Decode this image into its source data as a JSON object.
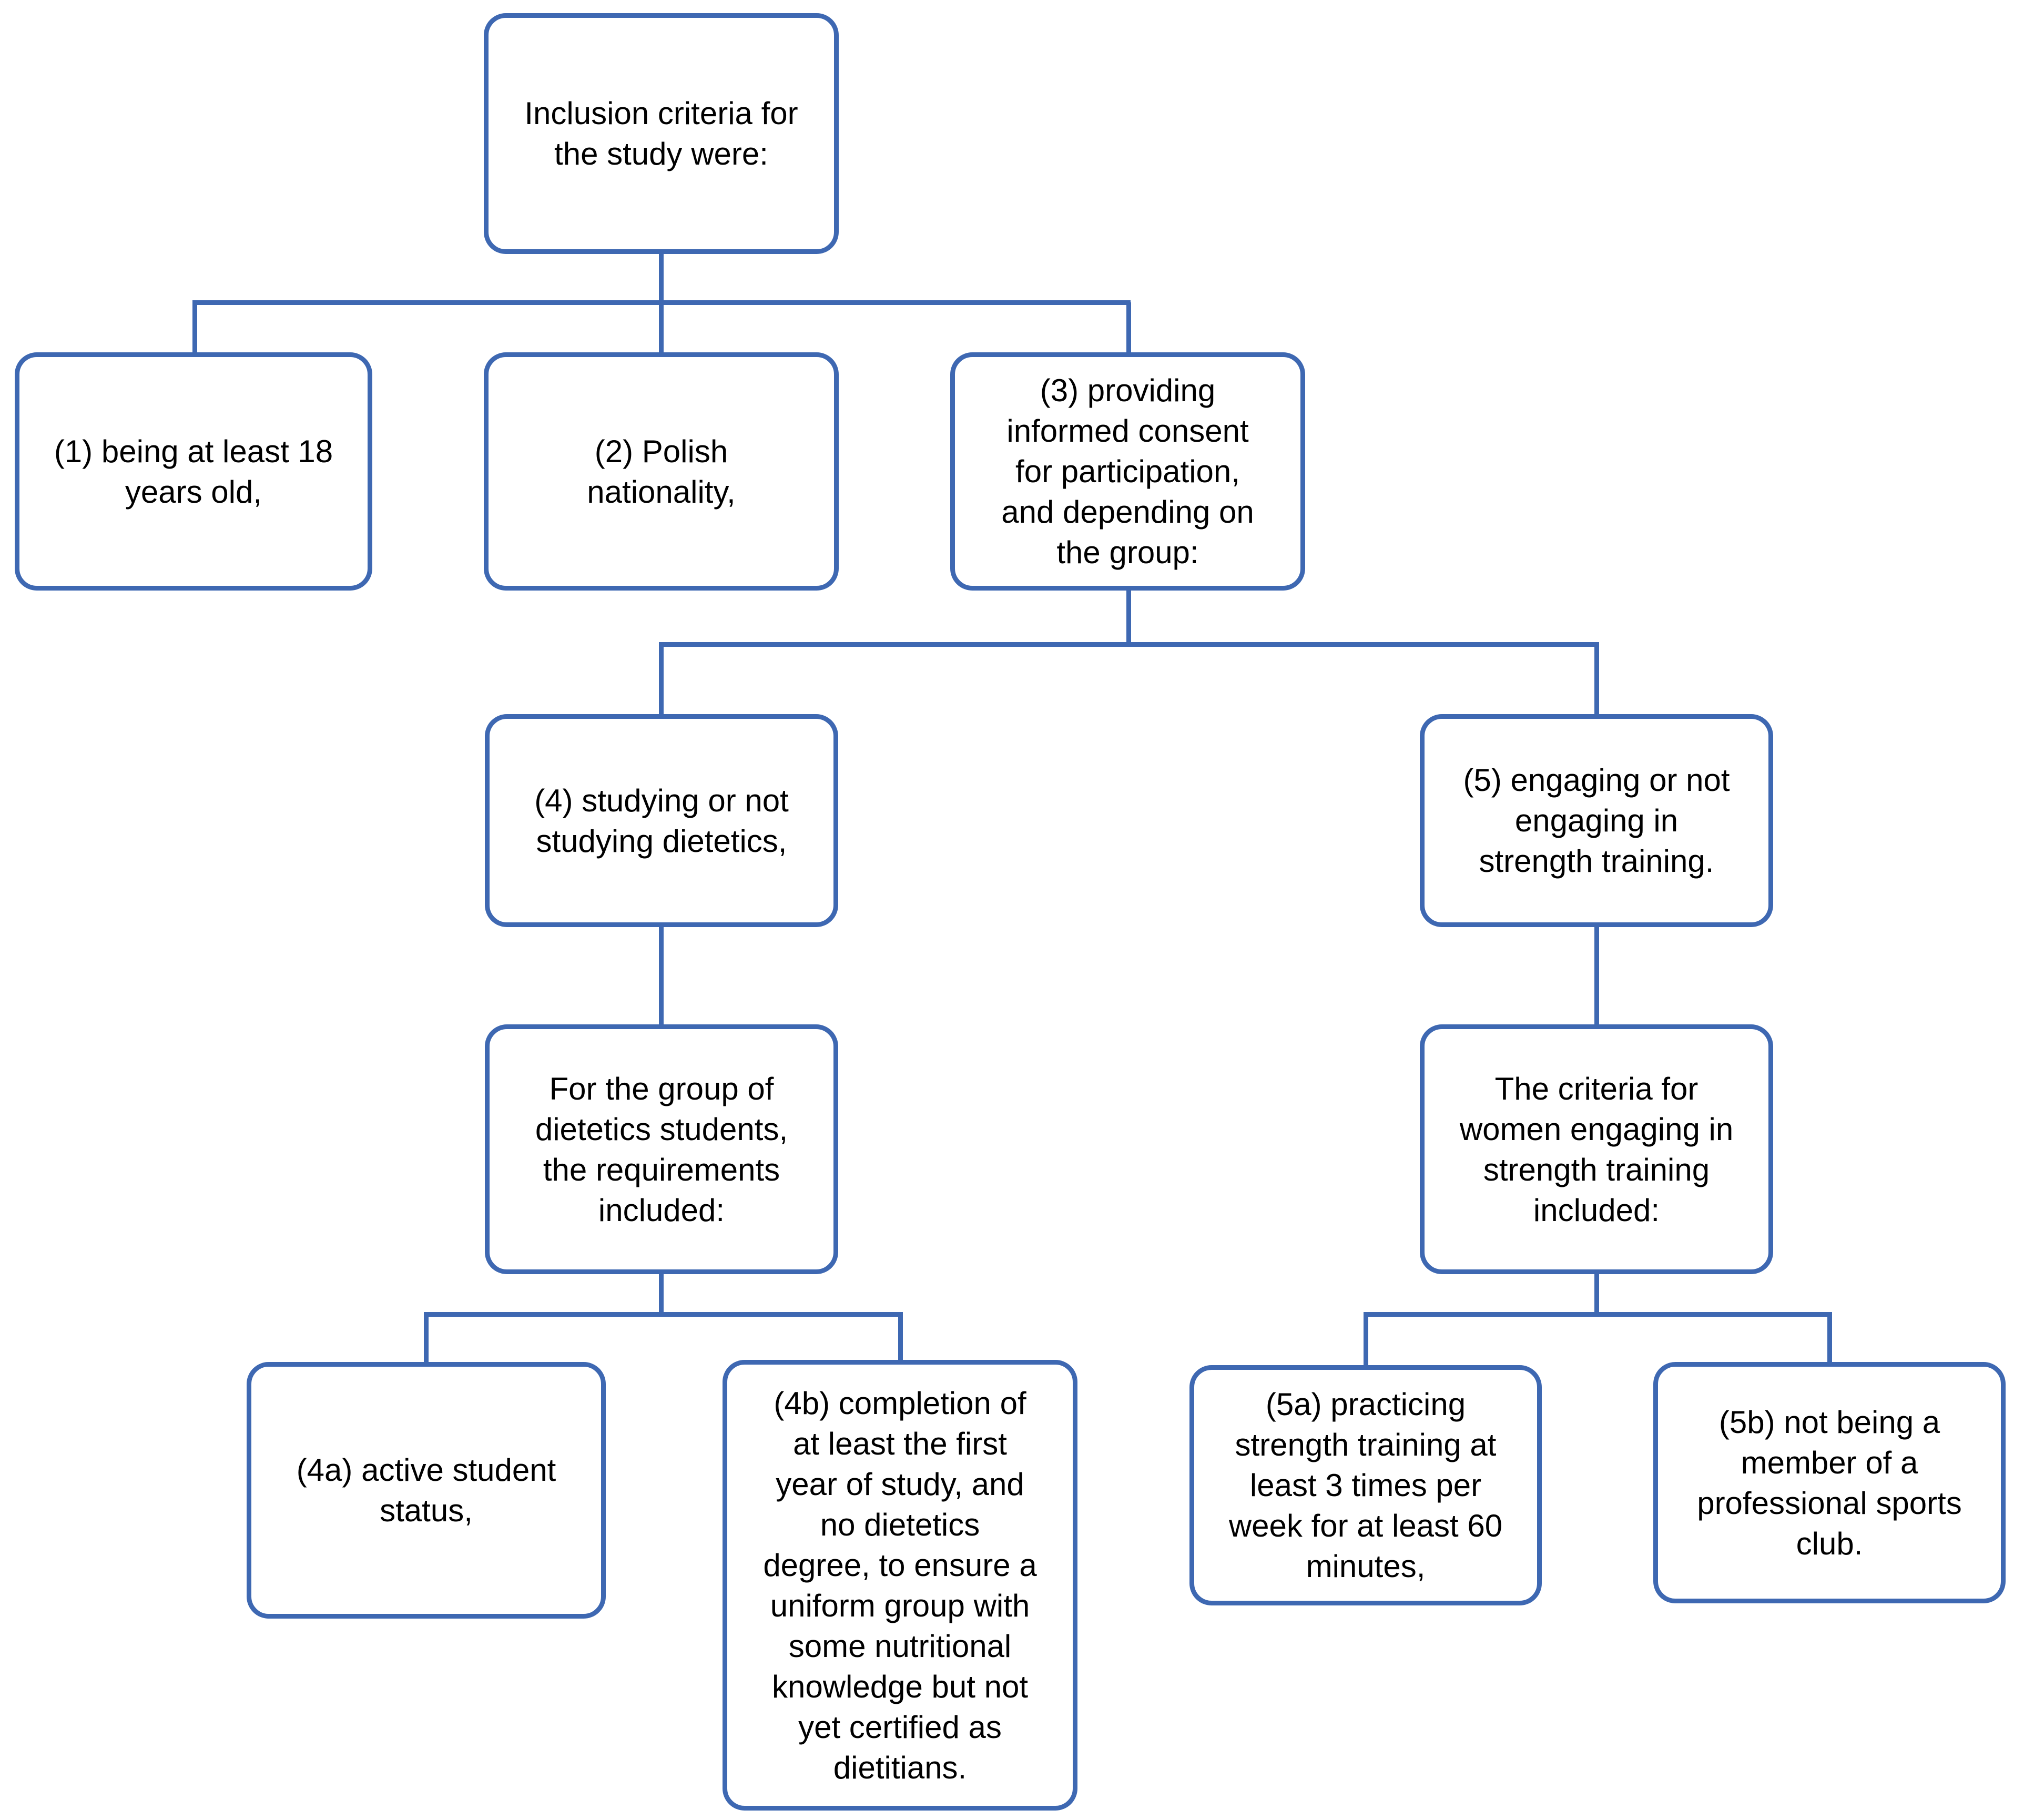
{
  "diagram": {
    "type": "flowchart",
    "colors": {
      "line": "#3E68B2",
      "text": "#000000",
      "background": "#FFFFFF"
    },
    "nodes": {
      "root": {
        "id": "root",
        "text": "Inclusion criteria for\nthe study were:"
      },
      "c1": {
        "id": "1",
        "text": "(1) being at least 18\nyears old,"
      },
      "c2": {
        "id": "2",
        "text": "(2) Polish\nnationality,"
      },
      "c3": {
        "id": "3",
        "text": "(3) providing\ninformed consent\nfor participation,\nand depending on\nthe group:"
      },
      "c4": {
        "id": "4",
        "text": "(4) studying or not\nstudying dietetics,"
      },
      "c5": {
        "id": "5",
        "text": "(5) engaging or not\nengaging in\nstrength training."
      },
      "c4h": {
        "id": "4-header",
        "text": "For the group of\ndietetics students,\nthe requirements\nincluded:"
      },
      "c5h": {
        "id": "5-header",
        "text": "The criteria for\nwomen engaging in\nstrength training\nincluded:"
      },
      "c4a": {
        "id": "4a",
        "text": "(4a) active student\nstatus,"
      },
      "c4b": {
        "id": "4b",
        "text": "(4b) completion of\nat least the first\nyear of study, and\nno dietetics\ndegree, to ensure a\nuniform group with\nsome nutritional\nknowledge but not\nyet certified as\ndietitians."
      },
      "c5a": {
        "id": "5a",
        "text": "(5a) practicing\nstrength training at\nleast 3 times per\nweek for at least 60\nminutes,"
      },
      "c5b": {
        "id": "5b",
        "text": "(5b) not being a\nmember of a\nprofessional sports\nclub."
      }
    },
    "edges": [
      {
        "from": "root",
        "to": "1"
      },
      {
        "from": "root",
        "to": "2"
      },
      {
        "from": "root",
        "to": "3"
      },
      {
        "from": "3",
        "to": "4"
      },
      {
        "from": "3",
        "to": "5"
      },
      {
        "from": "4",
        "to": "4-header"
      },
      {
        "from": "5",
        "to": "5-header"
      },
      {
        "from": "4-header",
        "to": "4a"
      },
      {
        "from": "4-header",
        "to": "4b"
      },
      {
        "from": "5-header",
        "to": "5a"
      },
      {
        "from": "5-header",
        "to": "5b"
      }
    ]
  }
}
